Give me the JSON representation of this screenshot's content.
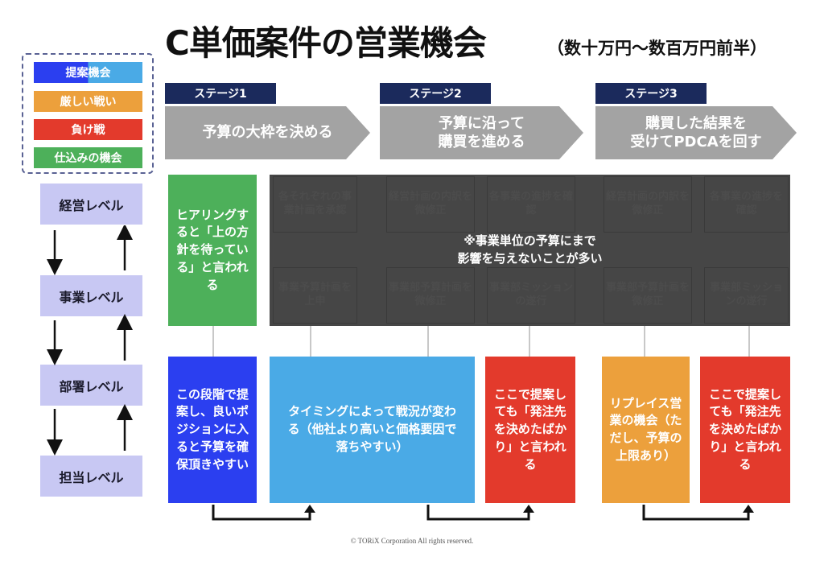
{
  "title": "C単価案件の営業機会",
  "subtitle": "（数十万円〜数百万円前半）",
  "legend": [
    {
      "label": "提案機会",
      "color": "#2b3ff0",
      "color2": "#4aaae6"
    },
    {
      "label": "厳しい戦い",
      "color": "#eca03c"
    },
    {
      "label": "負け戦",
      "color": "#e33a2c"
    },
    {
      "label": "仕込みの機会",
      "color": "#4db05a"
    }
  ],
  "levels": [
    "経営レベル",
    "事業レベル",
    "部署レベル",
    "担当レベル"
  ],
  "stages": [
    {
      "tag": "ステージ1",
      "action": "予算の大枠を決める"
    },
    {
      "tag": "ステージ2",
      "action": "予算に沿って\n購買を進める"
    },
    {
      "tag": "ステージ3",
      "action": "購買した結果を\n受けてPDCAを回す"
    }
  ],
  "green_box": "ヒアリングすると「上の方針を待っている」と言われる",
  "overlay_note": "※事業単位の予算にまで\n影響を与えないことが多い",
  "hidden_boxes": [
    "各それぞれの事業計画を承認",
    "経営計画の内訳を微修正",
    "各事業の進捗を確認",
    "経営計画の内訳を微修正",
    "各事業の進捗を確認",
    "事業予算計画を上申",
    "事業部予算計画を微修正",
    "事業部ミッションの遂行",
    "事業部予算計画を微修正",
    "事業部ミッションの遂行"
  ],
  "bottom_boxes": [
    {
      "text": "この段階で提案し、良いポジションに入ると予算を確保頂きやすい",
      "color": "#2b3ff0"
    },
    {
      "text": "タイミングによって戦況が変わる（他社より高いと価格要因で落ちやすい）",
      "color": "#4aaae6"
    },
    {
      "text": "ここで提案しても「発注先を決めたばかり」と言われる",
      "color": "#e33a2c"
    },
    {
      "text": "リプレイス営業の機会（ただし、予算の上限あり）",
      "color": "#eca03c"
    },
    {
      "text": "ここで提案しても「発注先を決めたばかり」と言われる",
      "color": "#e33a2c"
    }
  ],
  "footer": "© TORiX Corporation All rights reserved."
}
